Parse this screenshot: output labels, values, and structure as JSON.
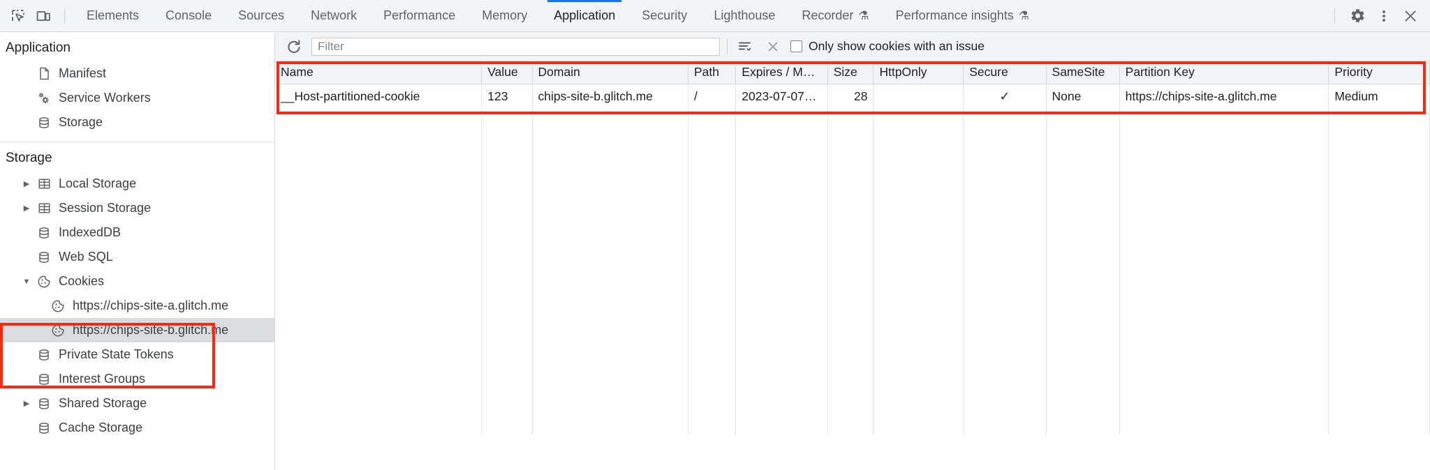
{
  "window": {
    "title": "Chrome DevTools - Application - Cookies"
  },
  "toolbar": {
    "inspect_icon": "inspect-element-icon",
    "device_icon": "device-toolbar-icon",
    "settings_icon": "gear-icon",
    "more_icon": "more-options-icon",
    "close_icon": "close-icon",
    "tabs": [
      {
        "label": "Elements",
        "active": false,
        "experimental": false
      },
      {
        "label": "Console",
        "active": false,
        "experimental": false
      },
      {
        "label": "Sources",
        "active": false,
        "experimental": false
      },
      {
        "label": "Network",
        "active": false,
        "experimental": false
      },
      {
        "label": "Performance",
        "active": false,
        "experimental": false
      },
      {
        "label": "Memory",
        "active": false,
        "experimental": false
      },
      {
        "label": "Application",
        "active": true,
        "experimental": false
      },
      {
        "label": "Security",
        "active": false,
        "experimental": false
      },
      {
        "label": "Lighthouse",
        "active": false,
        "experimental": false
      },
      {
        "label": "Recorder",
        "active": false,
        "experimental": true
      },
      {
        "label": "Performance insights",
        "active": false,
        "experimental": true
      }
    ],
    "flask_glyph": "⚗",
    "accent_color": "#1a73e8"
  },
  "sidebar": {
    "sections": [
      {
        "title": "Application",
        "items": [
          {
            "label": "Manifest",
            "icon": "document-icon",
            "indent": 1,
            "twisty": "",
            "selected": false
          },
          {
            "label": "Service Workers",
            "icon": "gears-icon",
            "indent": 1,
            "twisty": "",
            "selected": false
          },
          {
            "label": "Storage",
            "icon": "database-icon",
            "indent": 1,
            "twisty": "",
            "selected": false
          }
        ]
      },
      {
        "title": "Storage",
        "items": [
          {
            "label": "Local Storage",
            "icon": "table-icon",
            "indent": 1,
            "twisty": "collapsed",
            "selected": false
          },
          {
            "label": "Session Storage",
            "icon": "table-icon",
            "indent": 1,
            "twisty": "collapsed",
            "selected": false
          },
          {
            "label": "IndexedDB",
            "icon": "database-icon",
            "indent": 1,
            "twisty": "",
            "selected": false
          },
          {
            "label": "Web SQL",
            "icon": "database-icon",
            "indent": 1,
            "twisty": "",
            "selected": false
          },
          {
            "label": "Cookies",
            "icon": "cookie-icon",
            "indent": 1,
            "twisty": "expanded",
            "selected": false
          },
          {
            "label": "https://chips-site-a.glitch.me",
            "icon": "cookie-icon",
            "indent": 2,
            "twisty": "",
            "selected": false
          },
          {
            "label": "https://chips-site-b.glitch.me",
            "icon": "cookie-icon",
            "indent": 2,
            "twisty": "",
            "selected": true
          },
          {
            "label": "Private State Tokens",
            "icon": "database-icon",
            "indent": 1,
            "twisty": "",
            "selected": false
          },
          {
            "label": "Interest Groups",
            "icon": "database-icon",
            "indent": 1,
            "twisty": "",
            "selected": false
          },
          {
            "label": "Shared Storage",
            "icon": "database-icon",
            "indent": 1,
            "twisty": "collapsed",
            "selected": false
          },
          {
            "label": "Cache Storage",
            "icon": "database-icon",
            "indent": 1,
            "twisty": "",
            "selected": false
          }
        ]
      }
    ]
  },
  "filterbar": {
    "refresh_icon": "refresh-icon",
    "filter_placeholder": "Filter",
    "filter_value": "",
    "clear_filtered_icon": "clear-filtered-cookies-icon",
    "clear_all_icon": "clear-all-cookies-icon",
    "issue_checkbox_label": "Only show cookies with an issue",
    "issue_checkbox_checked": false
  },
  "cookies_table": {
    "columns": [
      "Name",
      "Value",
      "Domain",
      "Path",
      "Expires / M…",
      "Size",
      "HttpOnly",
      "Secure",
      "SameSite",
      "Partition Key",
      "Priority"
    ],
    "rows": [
      {
        "Name": "__Host-partitioned-cookie",
        "Value": "123",
        "Domain": "chips-site-b.glitch.me",
        "Path": "/",
        "Expires / M…": "2023-07-07…",
        "Size": "28",
        "HttpOnly": "",
        "Secure": "✓",
        "SameSite": "None",
        "Partition Key": "https://chips-site-a.glitch.me",
        "Priority": "Medium"
      }
    ]
  },
  "annotations": {
    "highlight_color": "#f32b12",
    "boxes": [
      {
        "name": "cookies-sidebar-highlight"
      },
      {
        "name": "cookies-table-highlight"
      }
    ]
  }
}
